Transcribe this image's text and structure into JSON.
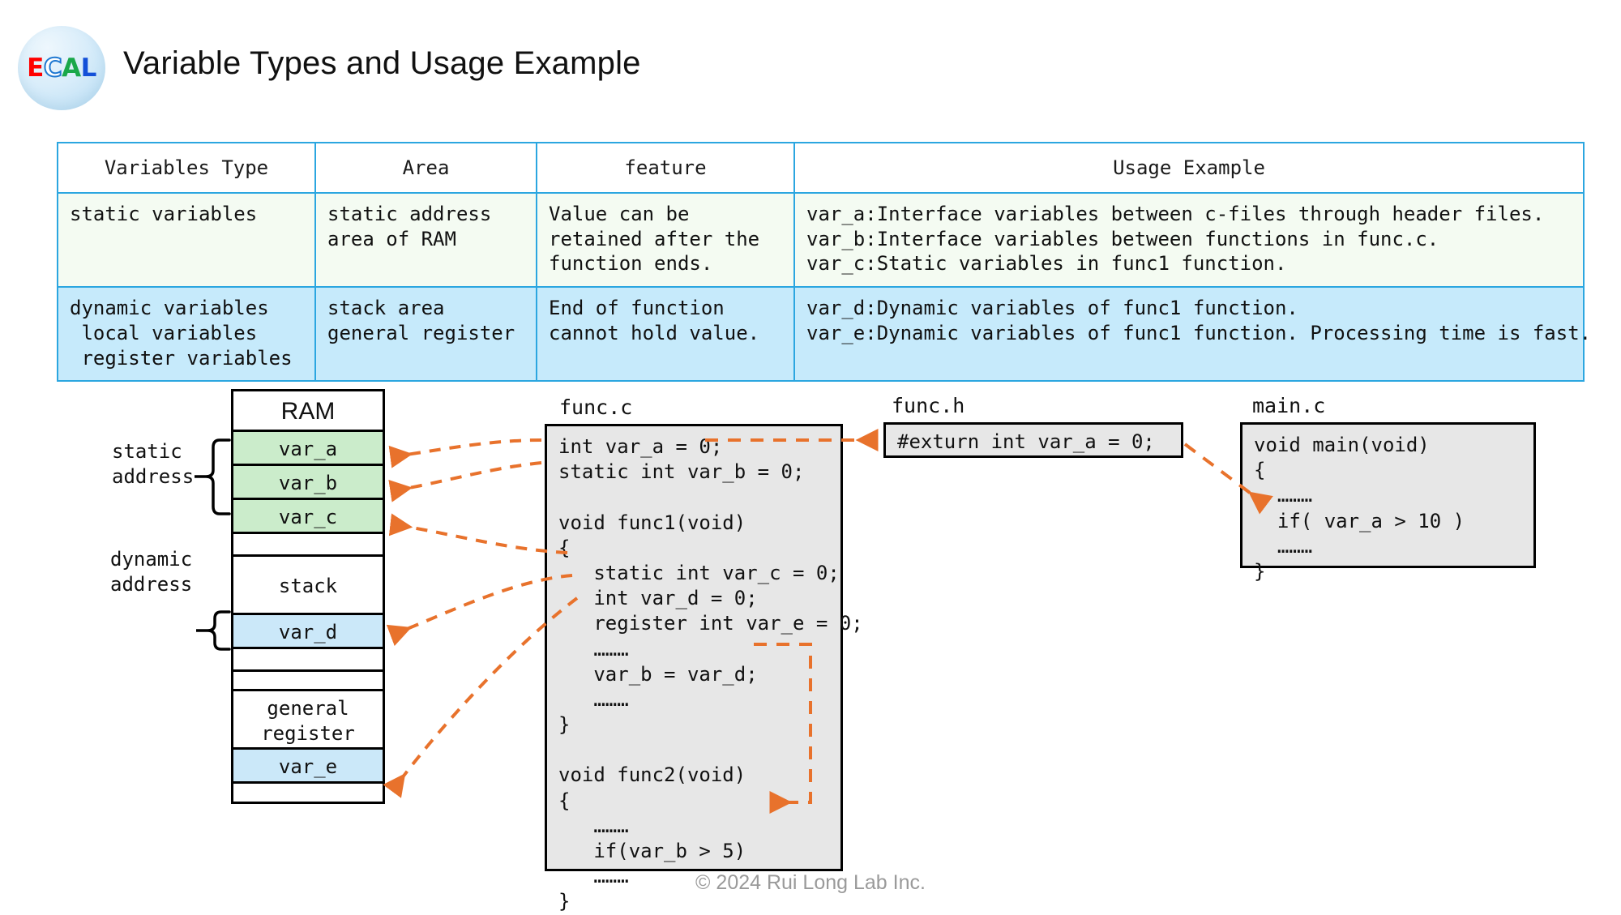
{
  "header": {
    "logo": {
      "letters": [
        "E",
        "C",
        "A",
        "L"
      ],
      "colors": [
        "#ff0000",
        "#1f78d1",
        "#1aa84a",
        "#1350d8"
      ]
    },
    "title": "Variable Types and Usage Example"
  },
  "table": {
    "columns": [
      "Variables Type",
      "Area",
      "feature",
      "Usage Example"
    ],
    "rows": [
      {
        "type": "static variables",
        "area": "static address\narea of RAM",
        "feature": "Value can be\nretained after the\nfunction ends.",
        "usage": "var_a:Interface variables between c-files through header files.\nvar_b:Interface variables between functions in func.c.\nvar_c:Static variables in func1 function.",
        "bg": "#f4fbf2"
      },
      {
        "type": "dynamic variables\n local variables\n register variables",
        "area": "stack area\ngeneral register",
        "feature": "End of function\ncannot hold value.",
        "usage": "var_d:Dynamic variables of func1 function.\nvar_e:Dynamic variables of func1 function. Processing time is fast.",
        "bg": "#c6eafb"
      }
    ],
    "border_color": "#2ba6e0"
  },
  "diagram": {
    "ram": {
      "title": "RAM",
      "cells": [
        {
          "label": "var_a",
          "color": "#cbeccb"
        },
        {
          "label": "var_b",
          "color": "#cbeccb"
        },
        {
          "label": "var_c",
          "color": "#cbeccb"
        },
        {
          "label": "",
          "color": "#ffffff"
        },
        {
          "label": "stack",
          "color": "#ffffff"
        },
        {
          "label": "var_d",
          "color": "#cbe8f9"
        },
        {
          "label": "",
          "color": "#ffffff"
        }
      ]
    },
    "register": {
      "title": "general\nregister",
      "cell": {
        "label": "var_e",
        "color": "#cbe8f9"
      }
    },
    "labels": {
      "static": "static\naddress",
      "dynamic": "dynamic\naddress"
    },
    "arrow_color": "#e8722c"
  },
  "code_panels": {
    "func_c": {
      "title": "func.c",
      "body": "int var_a = 0;\nstatic int var_b = 0;\n\nvoid func1(void)\n{\n   static int var_c = 0;\n   int var_d = 0;\n   register int var_e = 0;\n   ………\n   var_b = var_d;\n   ………\n}\n\nvoid func2(void)\n{\n   ………\n   if(var_b > 5)\n   ………\n}"
    },
    "func_h": {
      "title": "func.h",
      "body": "#exturn int var_a = 0;"
    },
    "main_c": {
      "title": "main.c",
      "body": "void main(void)\n{\n  ………\n  if( var_a > 10 )\n  ………\n}"
    }
  },
  "footer": {
    "copyright": "© 2024 Rui Long Lab Inc."
  }
}
